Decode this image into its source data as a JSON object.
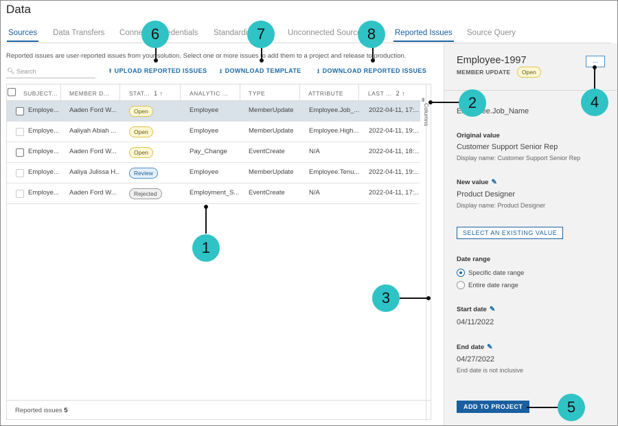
{
  "page_title": "Data",
  "tabs": [
    "Sources",
    "Data Transfers",
    "Connector Credentials",
    "Standardization",
    "Unconnected Sources",
    "Reported Issues",
    "Source Query"
  ],
  "description": "Reported issues are user-reported issues from your solution. Select one or more issues to add them to a project and release to production.",
  "search": {
    "placeholder": "Search"
  },
  "actions": {
    "upload": "UPLOAD REPORTED ISSUES",
    "download_template": "DOWNLOAD TEMPLATE",
    "download_issues": "DOWNLOAD REPORTED ISSUES"
  },
  "grid": {
    "columns": [
      "SUBJECT...",
      "MEMBER D...",
      "STAT...",
      "ANALYTIC ...",
      "TYPE",
      "ATTRIBUTE",
      "LAST ..."
    ],
    "sort_status": "1 ↑",
    "sort_last": "2 ↑",
    "columns_label": "Columns",
    "rows": [
      {
        "subject": "Employe...",
        "member": "Aaden Ford W...",
        "status": "Open",
        "analytic": "Employee",
        "type": "MemberUpdate",
        "attribute": "Employee.Job_...",
        "last": "2022-04-11, 17:..."
      },
      {
        "subject": "Employe...",
        "member": "Aaliyah Abiah ...",
        "status": "Open",
        "analytic": "Employee",
        "type": "MemberUpdate",
        "attribute": "Employee.High...",
        "last": "2022-04-11, 19:..."
      },
      {
        "subject": "Employe...",
        "member": "Aaden Ford W...",
        "status": "Open",
        "analytic": "Pay_Change",
        "type": "EventCreate",
        "attribute": "N/A",
        "last": "2022-04-11, 18:..."
      },
      {
        "subject": "Employe...",
        "member": "Aaliya Julissa H...",
        "status": "Review",
        "analytic": "Employee",
        "type": "MemberUpdate",
        "attribute": "Employee.Tenu...",
        "last": "2022-04-11, 19:..."
      },
      {
        "subject": "Employe...",
        "member": "Aaden Ford W...",
        "status": "Rejected",
        "analytic": "Employment_S...",
        "type": "EventCreate",
        "attribute": "N/A",
        "last": "2022-04-11, 17:..."
      }
    ],
    "footer_label": "Reported issues",
    "footer_count": "5"
  },
  "panel": {
    "title": "Employee-1997",
    "subtitle": "MEMBER UPDATE",
    "status": "Open",
    "more_label": "...",
    "attribute": "Employee.Job_Name",
    "original_label": "Original value",
    "original_value": "Customer Support Senior Rep",
    "original_display": "Display name: Customer Support Senior Rep",
    "new_label": "New value",
    "new_value": "Product Designer",
    "new_display": "Display name: Product Designer",
    "select_existing": "SELECT AN EXISTING VALUE",
    "date_range_label": "Date range",
    "radio_specific": "Specific date range",
    "radio_entire": "Entire date range",
    "start_label": "Start date",
    "start_value": "04/11/2022",
    "end_label": "End date",
    "end_value": "04/27/2022",
    "end_hint": "End date is not inclusive",
    "add_button": "ADD TO PROJECT"
  },
  "callouts": [
    "1",
    "2",
    "3",
    "4",
    "5",
    "6",
    "7",
    "8"
  ]
}
